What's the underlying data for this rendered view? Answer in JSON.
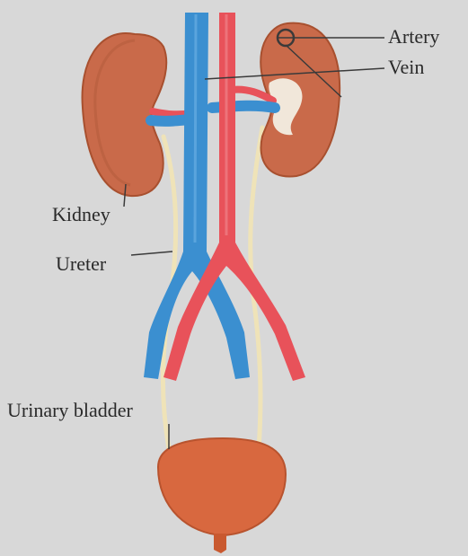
{
  "labels": {
    "artery": "Artery",
    "vein": "Vein",
    "kidney": "Kidney",
    "ureter": "Ureter",
    "urinary_bladder": "Urinary bladder"
  },
  "colors": {
    "background": "#d8d8d8",
    "kidney": "#c96a4a",
    "kidney_dark": "#a8502f",
    "artery": "#e8525a",
    "vein": "#3b8fd0",
    "ureter": "#efe3b8",
    "bladder": "#d8683f",
    "pelvis": "#f3eee2",
    "leader": "#3a3a3a"
  }
}
